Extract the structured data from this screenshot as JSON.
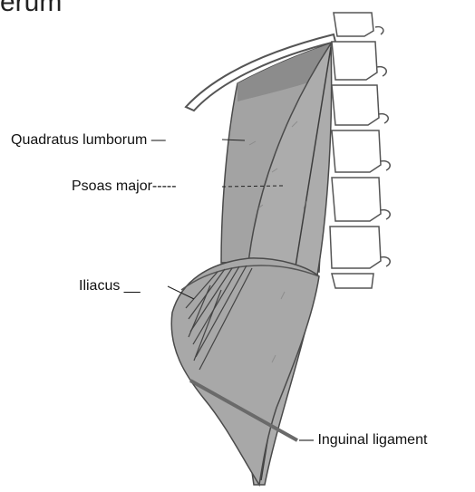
{
  "title_fragment": "erum",
  "labels": {
    "quadratus": "Quadratus lumborum —",
    "psoas": "Psoas major-----",
    "iliacus": "Iliacus __",
    "inguinal": "— Inguinal ligament"
  },
  "colors": {
    "muscle": "#a7a7a7",
    "muscle_dark": "#8f8f8f",
    "outline": "#4a4a4a",
    "bone": "#ffffff",
    "bone_outline": "#555555"
  }
}
